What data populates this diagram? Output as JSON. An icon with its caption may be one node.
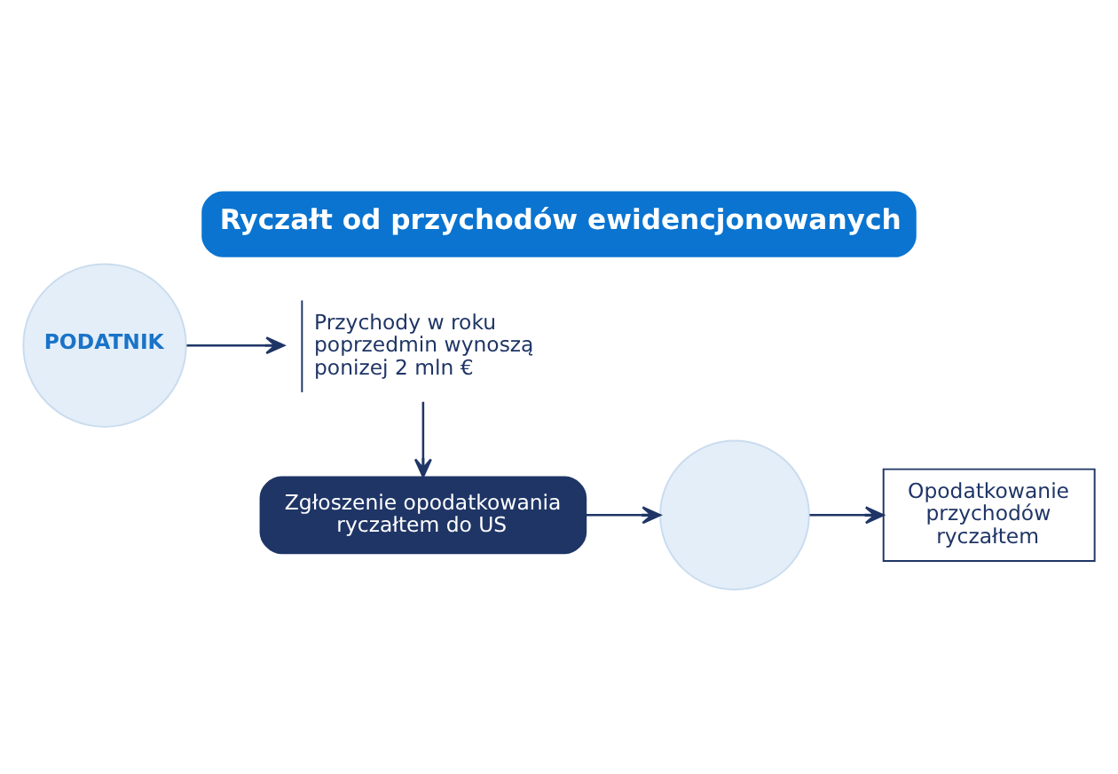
{
  "diagram": {
    "title": "Ryczałt od przychodów ewidencjonowanych",
    "nodes": [
      {
        "text": [
          "PODATNIK"
        ]
      },
      {
        "text": [
          "Przychody w roku poprzedmin wynoszą ponizej 2 mln €"
        ]
      },
      {
        "text": [
          "Zgłoszenie opodatkowania ryczałtem do US"
        ]
      },
      {
        "text": [],
        "shape": "circle"
      },
      {
        "text": [
          "Opodatkowanie przychodów ryczałtem"
        ]
      }
    ],
    "edges": [
      {
        "from": 0,
        "to": 1,
        "arrow": "to"
      },
      {
        "from": 1,
        "to": 2,
        "arrow": "to"
      },
      {
        "from": 2,
        "to": 3,
        "arrow": "to"
      },
      {
        "from": 3,
        "to": 4,
        "arrow": "to"
      }
    ]
  }
}
